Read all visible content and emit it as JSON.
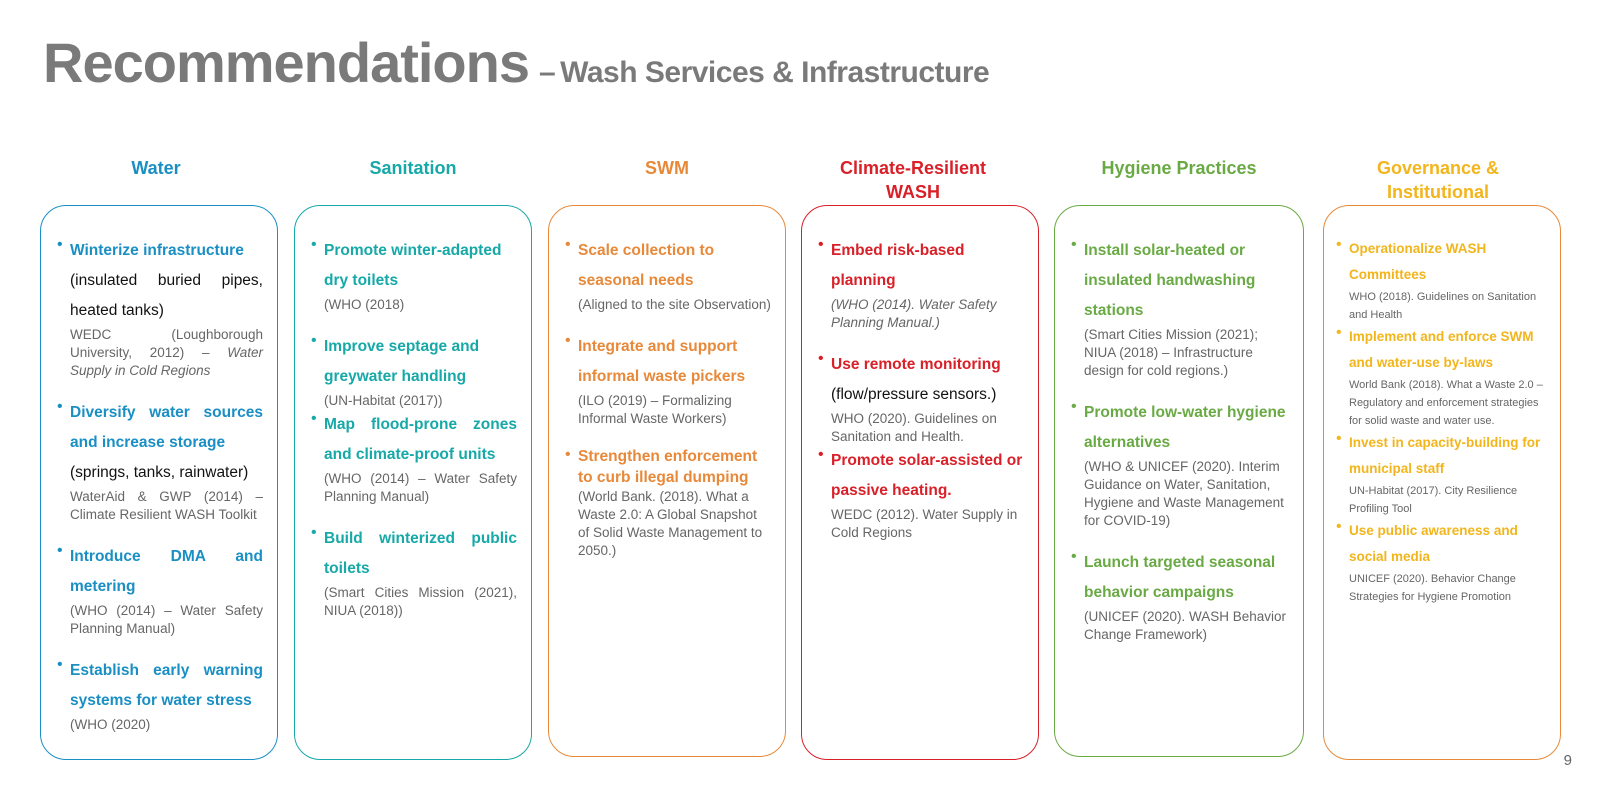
{
  "title": {
    "main": "Recommendations",
    "dash": "–",
    "sub": "Wash Services & Infrastructure"
  },
  "colors": {
    "water": "#1a8fc4",
    "sanitation": "#17a8a8",
    "swm": "#e8893a",
    "climate": "#d92028",
    "hygiene": "#6aaa45",
    "governance": "#f2b51b"
  },
  "columns": {
    "water": {
      "heading": "Water",
      "items": [
        {
          "head": "Winterize infrastructure",
          "body": "(insulated buried pipes, heated tanks)",
          "cite": "WEDC (Loughborough University, 2012) –",
          "cite_italic": "Water Supply in Cold Regions"
        },
        {
          "head": "Diversify water sources and increase storage",
          "body": "(springs, tanks, rainwater)",
          "cite": "WaterAid & GWP (2014) – Climate Resilient WASH Toolkit"
        },
        {
          "head": "Introduce DMA and metering",
          "cite": "(WHO (2014) – Water Safety Planning Manual)"
        },
        {
          "head": "Establish early warning systems for water stress",
          "cite": "(WHO (2020)"
        }
      ]
    },
    "sanitation": {
      "heading": "Sanitation",
      "items": [
        {
          "head": "Promote winter-adapted dry toilets",
          "cite": "(WHO (2018)"
        },
        {
          "head": "Improve septage and greywater handling",
          "cite": "(UN-Habitat (2017))"
        },
        {
          "head": "Map flood-prone zones and climate-proof units",
          "cite": "(WHO (2014) – Water Safety Planning Manual)"
        },
        {
          "head": "Build winterized public toilets",
          "cite": "(Smart Cities Mission (2021), NIUA (2018))"
        }
      ]
    },
    "swm": {
      "heading": "SWM",
      "items": [
        {
          "head": "Scale collection to seasonal needs",
          "cite": "(Aligned to the site Observation)"
        },
        {
          "head": "Integrate and support informal waste pickers",
          "cite": "(ILO (2019) – Formalizing Informal Waste Workers)"
        },
        {
          "head": "Strengthen enforcement to curb illegal dumping",
          "cite": "(World Bank. (2018). What a Waste 2.0: A Global Snapshot of Solid Waste Management to 2050.)"
        }
      ]
    },
    "climate": {
      "heading": "Climate-Resilient WASH",
      "items": [
        {
          "head": "Embed risk-based planning",
          "cite": "(WHO (2014). Water Safety Planning Manual.)"
        },
        {
          "head": "Use remote monitoring",
          "body": "(flow/pressure sensors.)",
          "cite": "WHO (2020). Guidelines on Sanitation and Health."
        },
        {
          "head": "Promote solar-assisted or passive heating.",
          "cite": "WEDC (2012). Water Supply in Cold Regions"
        }
      ]
    },
    "hygiene": {
      "heading": "Hygiene Practices",
      "items": [
        {
          "head": "Install solar-heated or insulated handwashing stations",
          "cite": "(Smart Cities Mission (2021); NIUA (2018) – Infrastructure design for cold regions.)"
        },
        {
          "head": "Promote low-water hygiene alternatives",
          "cite": "(WHO & UNICEF (2020). Interim Guidance on Water, Sanitation, Hygiene and Waste Management for COVID-19)"
        },
        {
          "head": "Launch targeted seasonal behavior campaigns",
          "cite": "(UNICEF (2020). WASH Behavior Change Framework)"
        }
      ]
    },
    "governance": {
      "heading": "Governance & Institutional",
      "items": [
        {
          "head": "Operationalize WASH Committees",
          "cite": "WHO (2018). Guidelines on Sanitation and Health"
        },
        {
          "head": "Implement and enforce SWM and water-use by-laws",
          "cite": "World Bank (2018). What a Waste 2.0 – Regulatory and enforcement strategies for solid waste and water use."
        },
        {
          "head": "Invest in capacity-building for municipal staff",
          "cite": "UN-Habitat (2017). City Resilience Profiling Tool"
        },
        {
          "head": "Use public awareness and social media",
          "cite": "UNICEF (2020). Behavior Change Strategies for Hygiene Promotion"
        }
      ]
    }
  },
  "page_number": "9"
}
